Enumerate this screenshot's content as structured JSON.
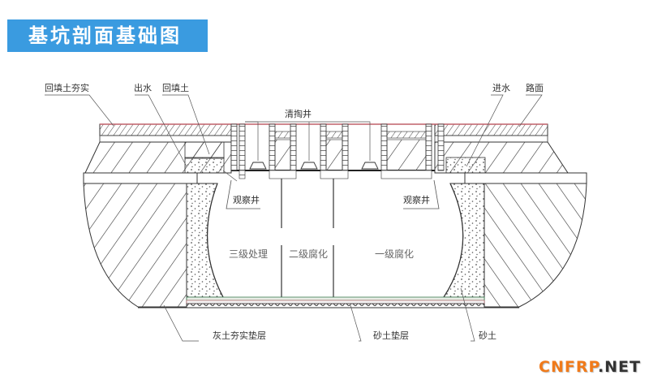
{
  "title": "基坑剖面基础图",
  "colors": {
    "title_bg": "#3a9be0",
    "title_text": "#ffffff",
    "line": "#333333",
    "road_surface": "#c0606a",
    "watermark_orange": "#f07a1a",
    "watermark_dark": "#333333"
  },
  "labels": {
    "backfill_compacted": "回填土夯实",
    "outlet": "出水",
    "backfill": "回填土",
    "cleaning_well": "清掏井",
    "inlet": "进水",
    "road_surface": "路面",
    "observation_well_left": "观察井",
    "observation_well_right": "观察井",
    "lime_soil_cushion": "灰土夯实垫层",
    "sand_cushion": "砂土垫层",
    "sand": "砂土"
  },
  "chambers": [
    {
      "label": "三级处理"
    },
    {
      "label": "二级腐化"
    },
    {
      "label": "一级腐化"
    }
  ],
  "watermark": {
    "part1": "CNFRP",
    "part2": ".NET"
  }
}
